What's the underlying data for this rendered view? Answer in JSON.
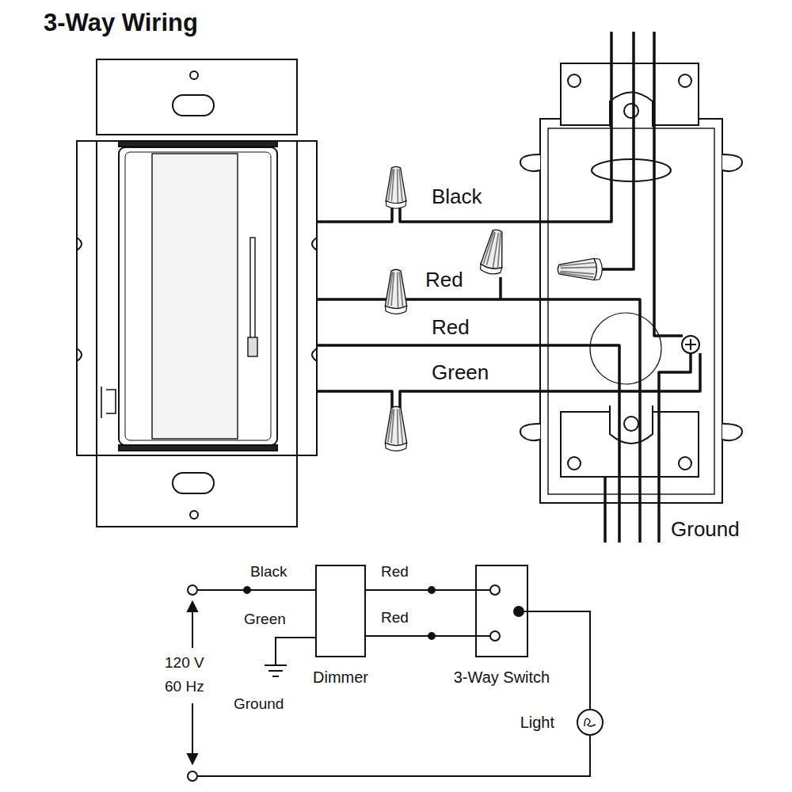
{
  "diagram": {
    "title": "3-Way Wiring",
    "nodes": [
      {
        "text": [
          "Dimmer"
        ]
      },
      {
        "text": [
          "3-Way Switch"
        ]
      },
      {
        "text": [
          "Light"
        ]
      }
    ],
    "edges": [
      {
        "from": 0,
        "to": 1,
        "arrow": "none",
        "label": "Red"
      },
      {
        "from": 0,
        "to": 1,
        "arrow": "none",
        "label": "Red"
      },
      {
        "from": 1,
        "to": 2,
        "arrow": "none"
      }
    ],
    "labels": [
      "Black",
      "Red",
      "Red",
      "Green",
      "Ground",
      "Black",
      "Green",
      "120 V",
      "60 Hz",
      "Ground"
    ]
  }
}
